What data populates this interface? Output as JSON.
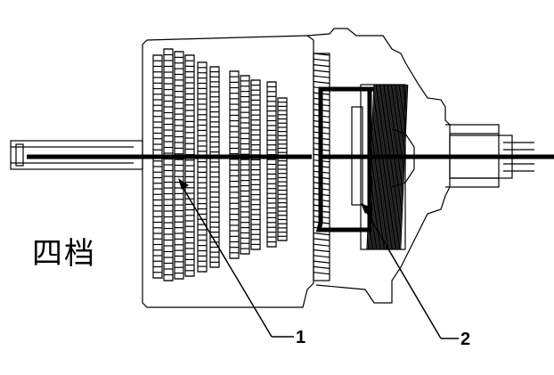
{
  "gear_label": "四档",
  "callouts": [
    {
      "id": "1",
      "label": "1"
    },
    {
      "id": "2",
      "label": "2"
    }
  ],
  "colors": {
    "line": "#000000",
    "background": "#ffffff"
  }
}
